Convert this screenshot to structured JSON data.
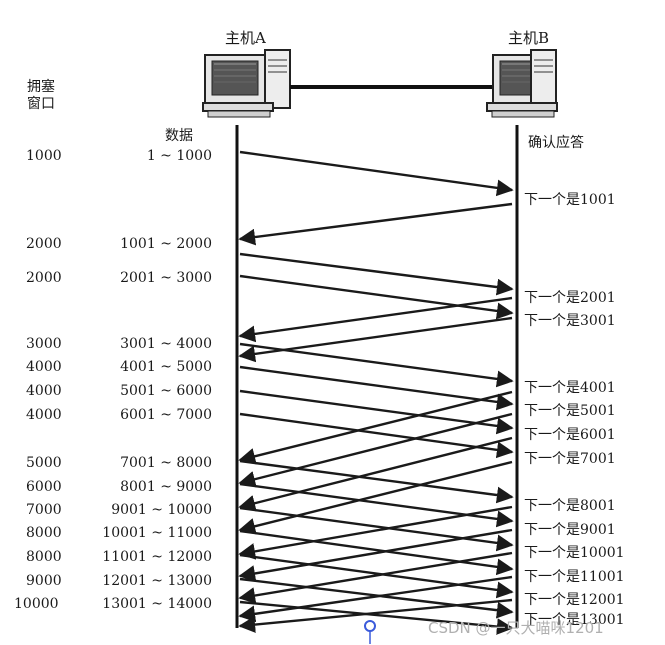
{
  "host_a": "主机A",
  "host_b": "主机B",
  "cwnd_header": [
    "拥塞",
    "窗口"
  ],
  "data_header": "数据",
  "ack_header": "确认应答",
  "rows": [
    {
      "cwnd": "1000",
      "range": "1 ~ 1000"
    },
    {
      "cwnd": "2000",
      "range": "1001 ~ 2000"
    },
    {
      "cwnd": "2000",
      "range": "2001 ~ 3000"
    },
    {
      "cwnd": "3000",
      "range": "3001 ~ 4000"
    },
    {
      "cwnd": "4000",
      "range": "4001 ~ 5000"
    },
    {
      "cwnd": "4000",
      "range": "5001 ~ 6000"
    },
    {
      "cwnd": "4000",
      "range": "6001 ~ 7000"
    },
    {
      "cwnd": "5000",
      "range": "7001 ~ 8000"
    },
    {
      "cwnd": "6000",
      "range": "8001 ~ 9000"
    },
    {
      "cwnd": "7000",
      "range": "9001 ~ 10000"
    },
    {
      "cwnd": "8000",
      "range": "10001 ~ 11000"
    },
    {
      "cwnd": "8000",
      "range": "11001 ~ 12000"
    },
    {
      "cwnd": "9000",
      "range": "12001 ~ 13000"
    },
    {
      "cwnd": "10000",
      "range": "13001 ~ 14000"
    }
  ],
  "acks": [
    "下一个是1001",
    "下一个是2001",
    "下一个是3001",
    "下一个是4001",
    "下一个是5001",
    "下一个是6001",
    "下一个是7001",
    "下一个是8001",
    "下一个是9001",
    "下一个是10001",
    "下一个是11001",
    "下一个是12001",
    "下一个是13001"
  ],
  "watermark": "CSDN @一只大喵咪1201",
  "colors": {
    "ink": "#1a1a1a",
    "watermark": "#b0b0b0",
    "pin": "#3b5bdb"
  }
}
